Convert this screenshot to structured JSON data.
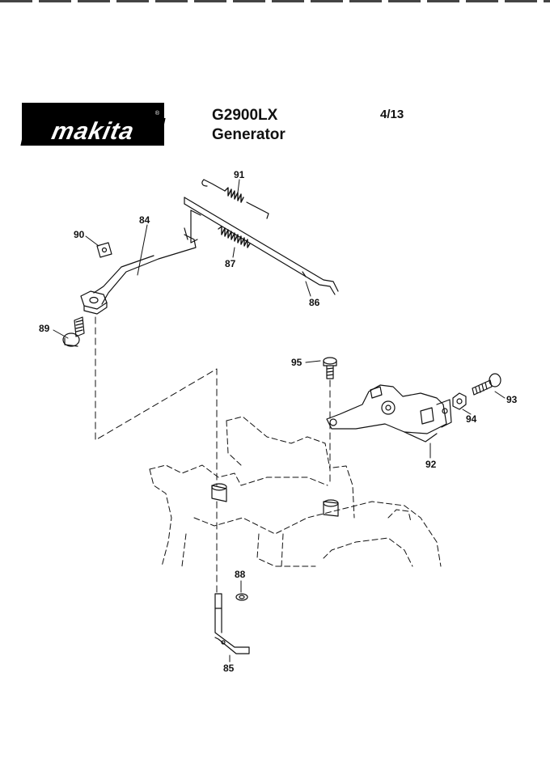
{
  "header": {
    "brand": "makita",
    "brand_mark": "®",
    "model": "G2900LX",
    "product": "Generator",
    "page": "4/13"
  },
  "callouts": [
    {
      "id": "91",
      "label": "91"
    },
    {
      "id": "84",
      "label": "84"
    },
    {
      "id": "90",
      "label": "90"
    },
    {
      "id": "87",
      "label": "87"
    },
    {
      "id": "86",
      "label": "86"
    },
    {
      "id": "89",
      "label": "89"
    },
    {
      "id": "95",
      "label": "95"
    },
    {
      "id": "93",
      "label": "93"
    },
    {
      "id": "94",
      "label": "94"
    },
    {
      "id": "92",
      "label": "92"
    },
    {
      "id": "88",
      "label": "88"
    },
    {
      "id": "85",
      "label": "85"
    }
  ]
}
